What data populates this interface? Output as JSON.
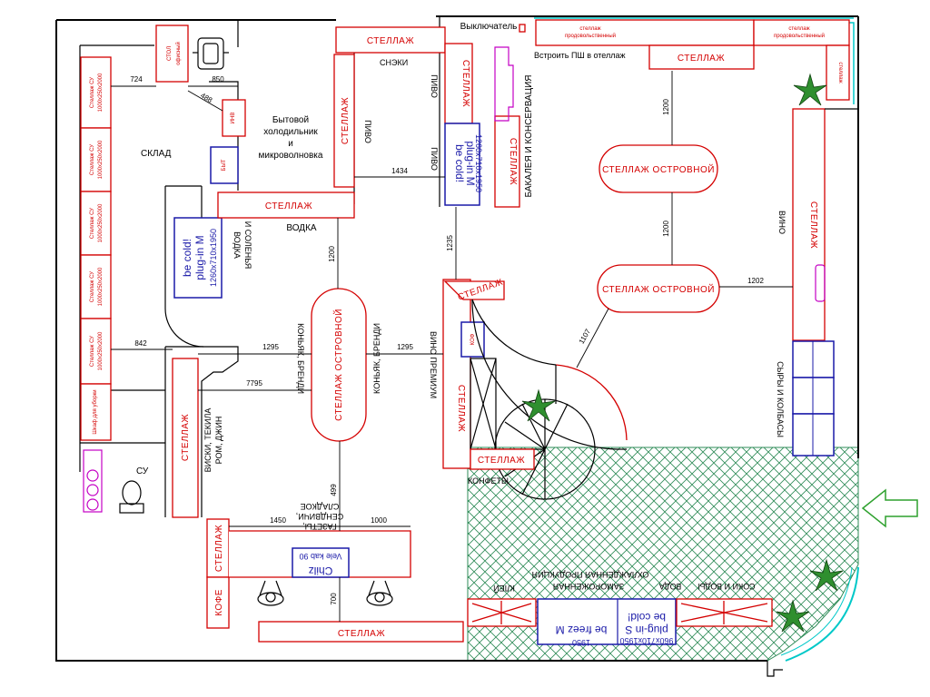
{
  "zones": {
    "sklad": "СКЛАД",
    "su": "СУ",
    "bytovoy": [
      "Бытовой",
      "холодильник",
      "и",
      "микроволновка"
    ],
    "vodka_solenya": [
      "ВОДКА",
      "И СОЛЕНЬЯ"
    ],
    "vodka": "ВОДКА",
    "pivo": "ПИВО",
    "pivo2": "ПИВО",
    "pivo3": "ПИВО",
    "snezki": "СНЭКИ",
    "bakaleya": "БАКАЛЕЯ И КОНСЕРВАЦИЯ",
    "vino": "ВИНО",
    "vino_premium": "ВИНО ПРЕМИУМ",
    "syry": "СЫРЫ И КОЛБАСЫ",
    "konyak1": "КОНЬЯК, БРЕНДИ",
    "konyak2": "КОНЬЯК, БРЕНДИ",
    "viski": [
      "ВИСКИ, ТЕКИЛА",
      "РОМ, ДЖИН"
    ],
    "sladkoe": [
      "СЛАДКОЕ",
      "СЕНДВИЧИ,",
      "ГАЗЕТЫ,"
    ],
    "konfety": "КОНФЕТЫ",
    "soki": "СОКИ И ВОДЫ",
    "voda": "ВОДА",
    "zamorozhennaya": "ЗАМОРОЖЕННАЯ",
    "ohlazhdennaya": "ОХЛАЖДЕННАЯ ПРОДУКЦИЯ",
    "kley": "КЛЕЙ",
    "vyklyuchatel": "Выключатель",
    "vstroit": "Встроить ПШ в отеллаж"
  },
  "furniture": {
    "stellazh": "СТЕЛЛАЖ",
    "stellazh_ostrovnoy": "СТЕЛЛАЖ ОСТРОВНОЙ",
    "stol": [
      "СТОЛ",
      "офисный"
    ],
    "kofe": "КОФЕ",
    "stellazh_su": "Стеллаж СУ",
    "stellazh_su_size": "1000х250х2000",
    "shkaf": "Шкаф для уборки"
  },
  "equipment": {
    "becold_line1": "be cold!",
    "becold_line2": "plug-in M",
    "becold_size": "1260х710х1950",
    "chilz_line1": "Chilz",
    "chilz_line2": "Vele kab 90",
    "befreez_line1": "be cold!",
    "befreez_line2": "plug-in S",
    "befreez_line3": "be freez M",
    "befreez_size": "960х710х1950",
    "befreez_size2": "1950"
  },
  "dimensions": {
    "d724": "724",
    "d850": "850",
    "d488": "488",
    "d1434": "1434",
    "d1200a": "1200",
    "d1200b": "1200",
    "d1200c": "1200",
    "d1235": "1235",
    "d1202": "1202",
    "d1107": "1107",
    "d842": "842",
    "d1295a": "1295",
    "d1295b": "1295",
    "d7795": "7795",
    "d1450": "1450",
    "d1000": "1000",
    "d499": "499",
    "d700": "700"
  },
  "colors": {
    "wall": "#000000",
    "shelf": "#d40000",
    "equipment": "#1a1aa8",
    "accent": "#c400c4",
    "zone_hatch": "#2e8b57",
    "glass": "#00c8c8",
    "plant": "#2f8f2f",
    "entrance_arrow": "#2ea12e"
  },
  "icons": [
    "entrance-arrow-icon",
    "plant-icon",
    "staircase-icon",
    "person-icon",
    "office-chair-icon",
    "toilet-icon"
  ]
}
